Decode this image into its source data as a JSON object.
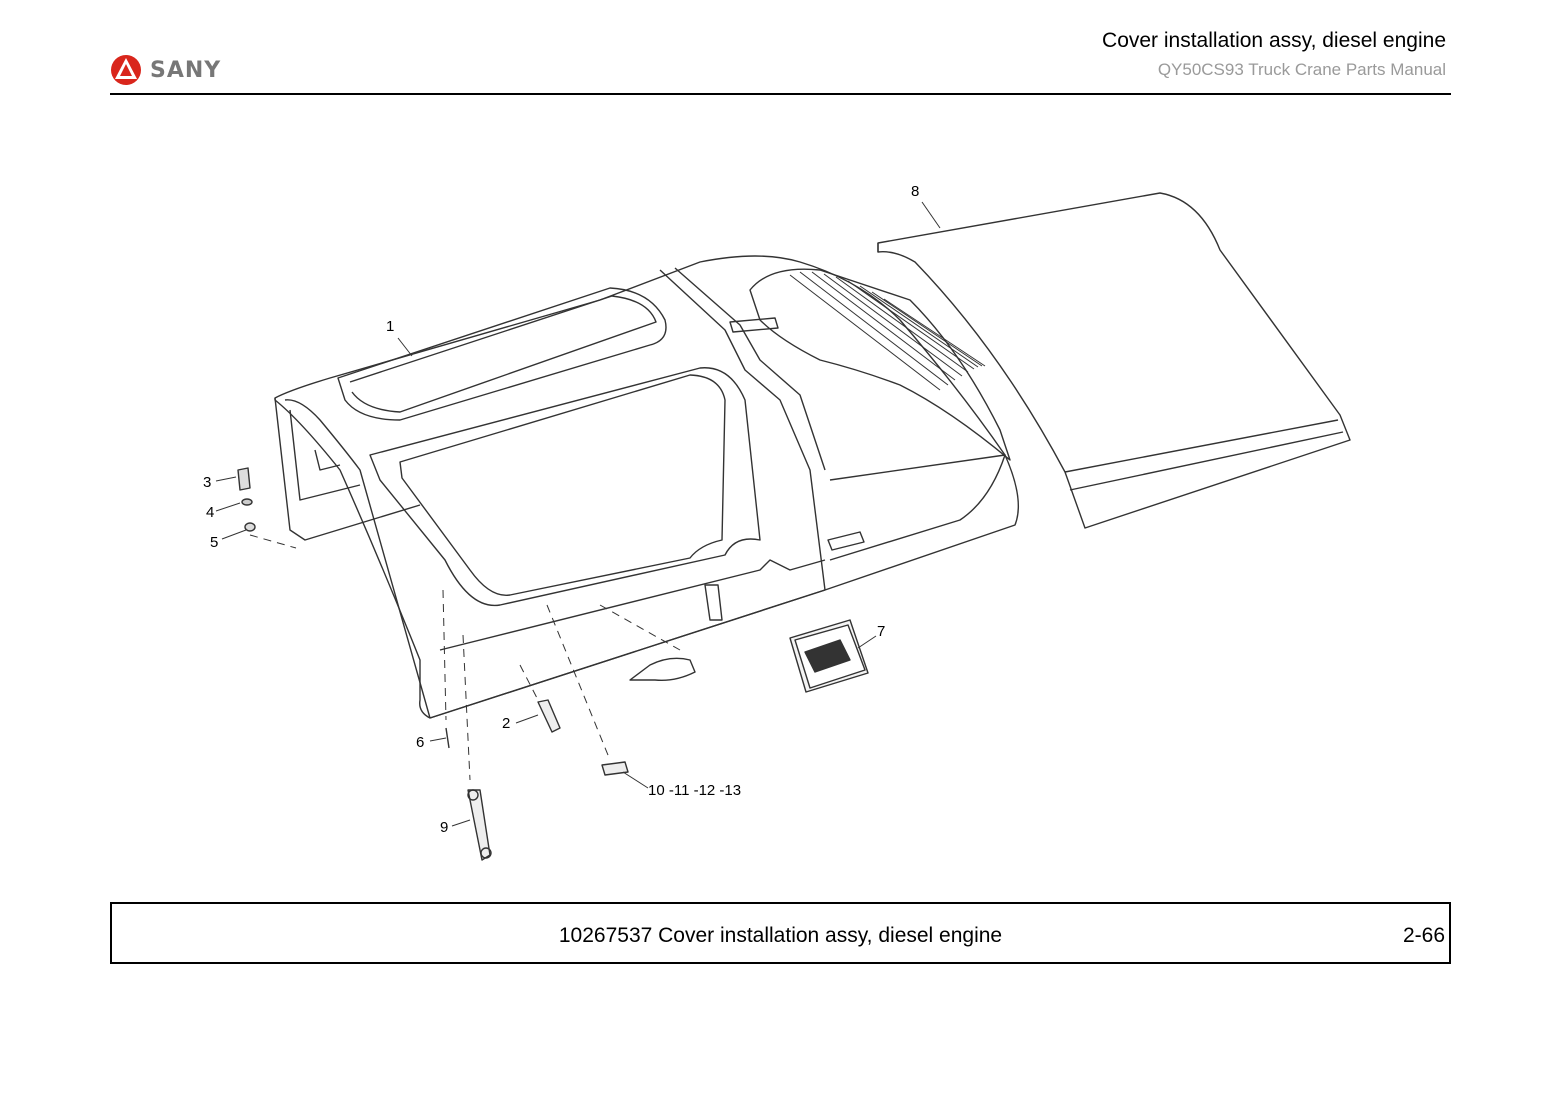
{
  "header": {
    "brand": "SANY",
    "title": "Cover installation assy, diesel engine",
    "subtitle": "QY50CS93 Truck Crane  Parts Manual"
  },
  "diagram": {
    "callouts": {
      "c1": "1",
      "c2": "2",
      "c3": "3",
      "c4": "4",
      "c5": "5",
      "c6": "6",
      "c7": "7",
      "c8": "8",
      "c9": "9",
      "c10": "10 -11 -12 -13"
    }
  },
  "footer": {
    "caption": "10267537 Cover installation assy, diesel engine",
    "page": "2-66"
  },
  "colors": {
    "brand_red": "#d9261c",
    "line": "#333333"
  }
}
